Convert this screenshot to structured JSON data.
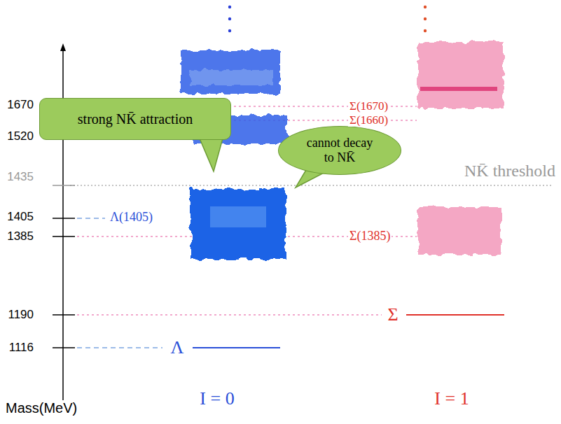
{
  "diagram": {
    "nodes": [
      {
        "text": [
          "strong NK̄ attraction"
        ]
      },
      {
        "text": [
          "cannot decay to NK̄"
        ]
      }
    ],
    "labels": [
      "1670",
      "1520",
      "1435",
      "1405",
      "1385",
      "1190",
      "1116",
      "Mass(MeV)",
      "Λ(1405)",
      "Σ(1385)",
      "NK̄ threshold",
      "Σ(1670)",
      "Σ(1660)",
      "Λ",
      "Σ",
      "I = 0",
      "I = 1"
    ]
  }
}
